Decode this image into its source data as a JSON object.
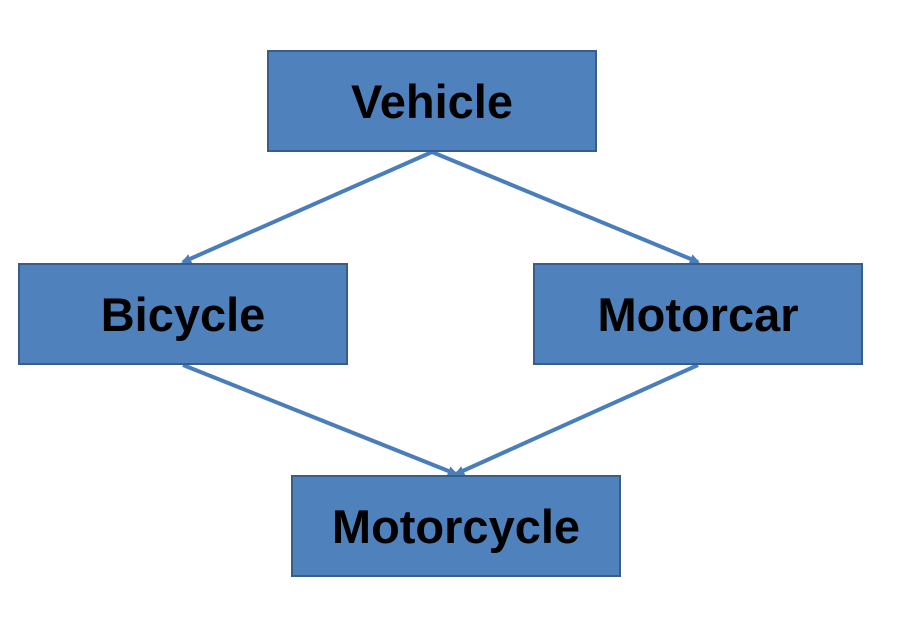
{
  "diagram": {
    "nodes": {
      "vehicle": "Vehicle",
      "bicycle": "Bicycle",
      "motorcar": "Motorcar",
      "motorcycle": "Motorcycle"
    },
    "edges": [
      {
        "from": "vehicle",
        "to": "bicycle"
      },
      {
        "from": "vehicle",
        "to": "motorcar"
      },
      {
        "from": "bicycle",
        "to": "motorcycle"
      },
      {
        "from": "motorcar",
        "to": "motorcycle"
      }
    ],
    "colors": {
      "node_fill": "#4f81bd",
      "node_border": "#385d8a",
      "arrow": "#4a7ebb",
      "text": "#000000"
    }
  }
}
